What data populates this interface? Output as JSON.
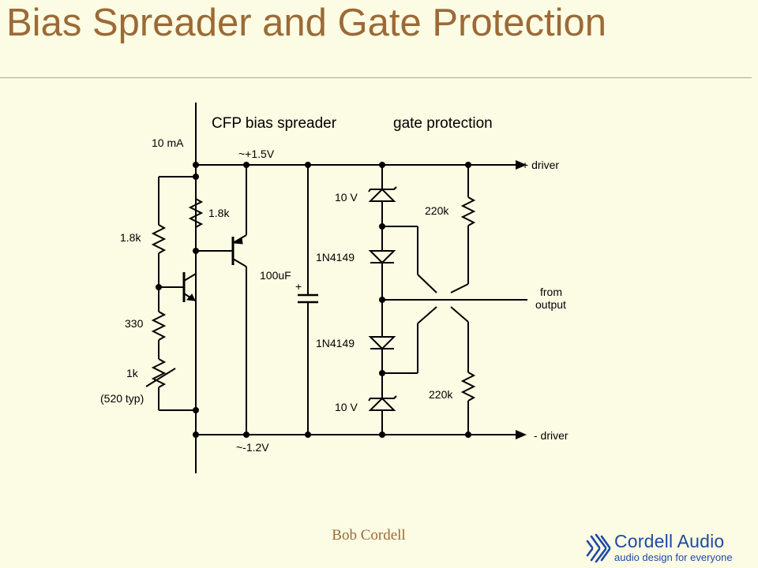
{
  "slide": {
    "title": "Bias Spreader and Gate Protection",
    "footer": "Bob Cordell"
  },
  "logo": {
    "name": "Cordell Audio",
    "tagline": "audio design for everyone",
    "icon": "cordell-audio-logo-icon",
    "color": "#1e4aa8"
  },
  "diagram": {
    "sections": {
      "left": "CFP bias spreader",
      "right": "gate protection"
    },
    "labels": {
      "current": "10 mA",
      "v_top": "~+1.5V",
      "v_bottom": "~-1.2V",
      "out_plus": "+ driver",
      "out_minus": "- driver",
      "in_output_1": "from",
      "in_output_2": "output"
    },
    "components": {
      "r_top": "1.8k",
      "r_left": "1.8k",
      "r_330": "330",
      "pot": "1k",
      "pot_typ": "(520 typ)",
      "cap": "100uF",
      "cap_polarity": "+",
      "zener_top": "10 V",
      "zener_bottom": "10 V",
      "diode_top": "1N4149",
      "diode_bottom": "1N4149",
      "r_gate_top": "220k",
      "r_gate_bottom": "220k"
    }
  },
  "colors": {
    "title": "#9b6a37",
    "background": "#fcfbe3",
    "rule": "#b9a88e"
  }
}
